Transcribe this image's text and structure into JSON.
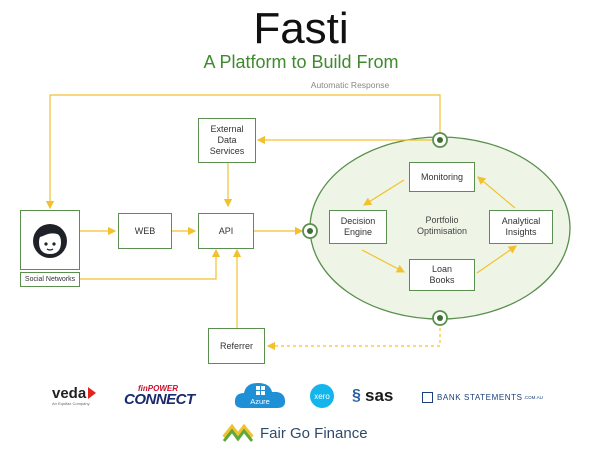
{
  "header": {
    "title": "Fasti",
    "subtitle": "A Platform to Build From"
  },
  "diagram": {
    "automatic_response": "Automatic Response",
    "social_networks": "Social Networks",
    "web": "WEB",
    "api": "API",
    "external_data_services": "External\nData\nServices",
    "referrer": "Referrer",
    "portfolio_optimisation": "Portfolio\nOptimisation",
    "monitoring": "Monitoring",
    "decision_engine": "Decision\nEngine",
    "analytical_insights": "Analytical\nInsights",
    "loan_books": "Loan\nBooks"
  },
  "logos": {
    "veda": "veda",
    "veda_sub": "An Equifax Company",
    "finpower_top": "finPOWER",
    "finpower_bottom": "CONNECT",
    "azure": "Azure",
    "xero": "xero",
    "sas": "sas",
    "bank_statements": "BANK STATEMENTS",
    "bank_statements_suffix": ".COM.AU",
    "fair_go": "Fair Go Finance"
  },
  "colors": {
    "accent_green": "#5a8f4f",
    "arrow_yellow": "#f2c12e",
    "title_green": "#3f8a2e"
  }
}
